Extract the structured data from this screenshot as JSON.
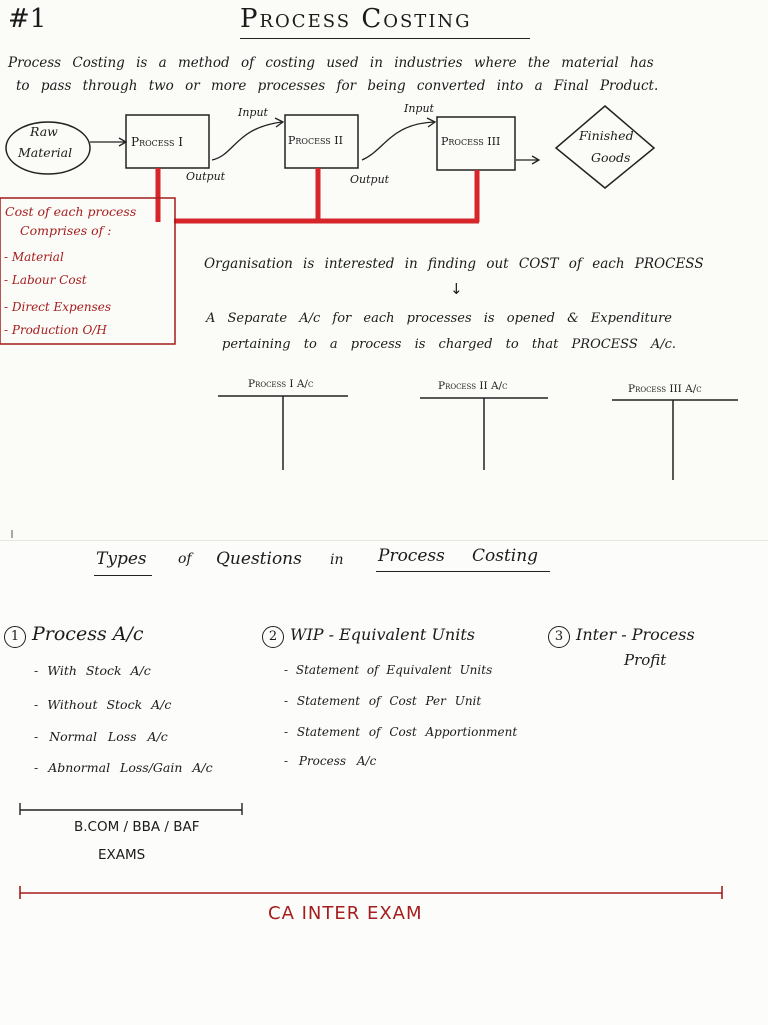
{
  "header": {
    "number": "#1",
    "title": "Process Costing"
  },
  "intro": {
    "line1": "Process Costing is a method of costing used in industries where the material has",
    "line2": "to pass through two or more processes for being converted into a Final Product."
  },
  "diagram": {
    "raw_material": [
      "Raw",
      "Material"
    ],
    "process1": "Process I",
    "process2": "Process II",
    "process3": "Process III",
    "finished_goods": [
      "Finished",
      "Goods"
    ],
    "input_label": "Input",
    "output_label": "Output"
  },
  "cost_box": {
    "title_line1": "Cost of each process",
    "title_line2": "Comprises of :",
    "items": [
      "- Material",
      "- Labour Cost",
      "- Direct Expenses",
      "- Production O/H"
    ]
  },
  "organisation": {
    "line1": "Organisation is interested in finding out COST of each PROCESS",
    "arrow": "↓",
    "line2": "A Separate A/c for each processes is opened & Expenditure",
    "line3": "pertaining to a process is charged to that PROCESS A/c."
  },
  "accounts": [
    "Process I A/c",
    "Process II A/c",
    "Process III A/c"
  ],
  "types": {
    "heading_part1": "Types",
    "heading_part2": "of",
    "heading_part3": "Questions",
    "heading_part4": "in",
    "heading_part5": "Process",
    "heading_part6": "Costing",
    "col1": {
      "number": "1",
      "title": "Process A/c",
      "items": [
        "- With Stock A/c",
        "- Without Stock A/c",
        "- Normal Loss A/c",
        "- Abnormal Loss/Gain A/c"
      ]
    },
    "col2": {
      "number": "2",
      "title": "WIP - Equivalent Units",
      "items": [
        "- Statement of Equivalent Units",
        "- Statement of Cost Per Unit",
        "- Statement of Cost Apportionment",
        "- Process A/c"
      ]
    },
    "col3": {
      "number": "3",
      "title_line1": "Inter - Process",
      "title_line2": "Profit"
    }
  },
  "exams": {
    "bcom_line1": "B.COM / BBA / BAF",
    "bcom_line2": "EXAMS",
    "ca": "CA INTER EXAM"
  },
  "colors": {
    "ink": "#1b1b1b",
    "red": "#a51d1d",
    "pipe": "#d6262a"
  }
}
